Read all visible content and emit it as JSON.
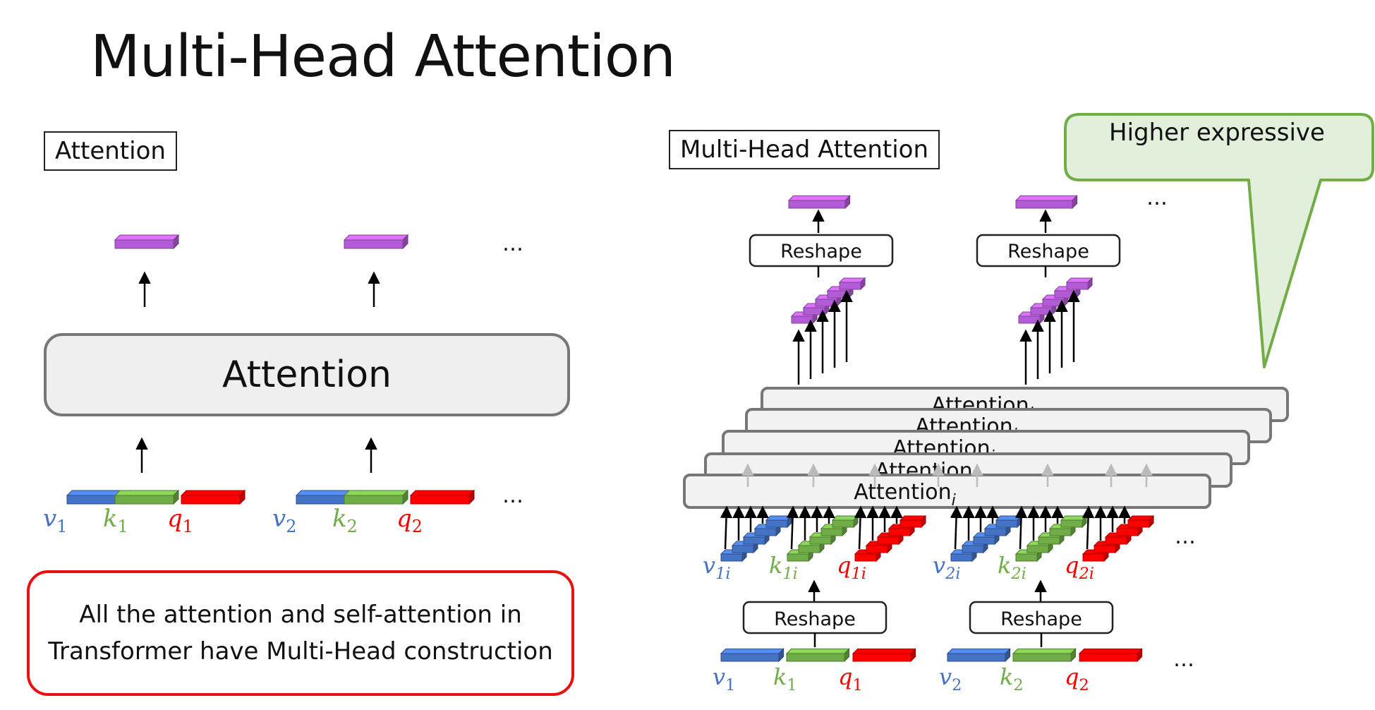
{
  "title": "Multi-Head Attention",
  "left_panel": {
    "label": "Attention",
    "block_label": "Attention",
    "ellipsis": "…",
    "inputs": [
      {
        "v": "v",
        "vsub": "1",
        "k": "k",
        "ksub": "1",
        "q": "q",
        "qsub": "1"
      },
      {
        "v": "v",
        "vsub": "2",
        "k": "k",
        "ksub": "2",
        "q": "q",
        "qsub": "2"
      }
    ]
  },
  "right_panel": {
    "label": "Multi-Head Attention",
    "reshape_label": "Reshape",
    "head_label": "Attention",
    "head_sub": "i",
    "ellipsis": "…",
    "split_labels": [
      {
        "v": "v",
        "vsub": "1i",
        "k": "k",
        "ksub": "1i",
        "q": "q",
        "qsub": "1i"
      },
      {
        "v": "v",
        "vsub": "2i",
        "k": "k",
        "ksub": "2i",
        "q": "q",
        "qsub": "2i"
      }
    ],
    "inputs": [
      {
        "v": "v",
        "vsub": "1",
        "k": "k",
        "ksub": "1",
        "q": "q",
        "qsub": "1"
      },
      {
        "v": "v",
        "vsub": "2",
        "k": "k",
        "ksub": "2",
        "q": "q",
        "qsub": "2"
      }
    ]
  },
  "callout": "Higher expressive",
  "note_lines": [
    "All the attention and self-attention in",
    "Transformer have Multi-Head construction"
  ],
  "colors": {
    "v": "#4472c4",
    "k": "#70ad47",
    "q": "#ff0000",
    "out": "#b35bd6",
    "note_border": "#e81010",
    "callout_border": "#70ad47",
    "callout_fill": "#e2efda"
  }
}
